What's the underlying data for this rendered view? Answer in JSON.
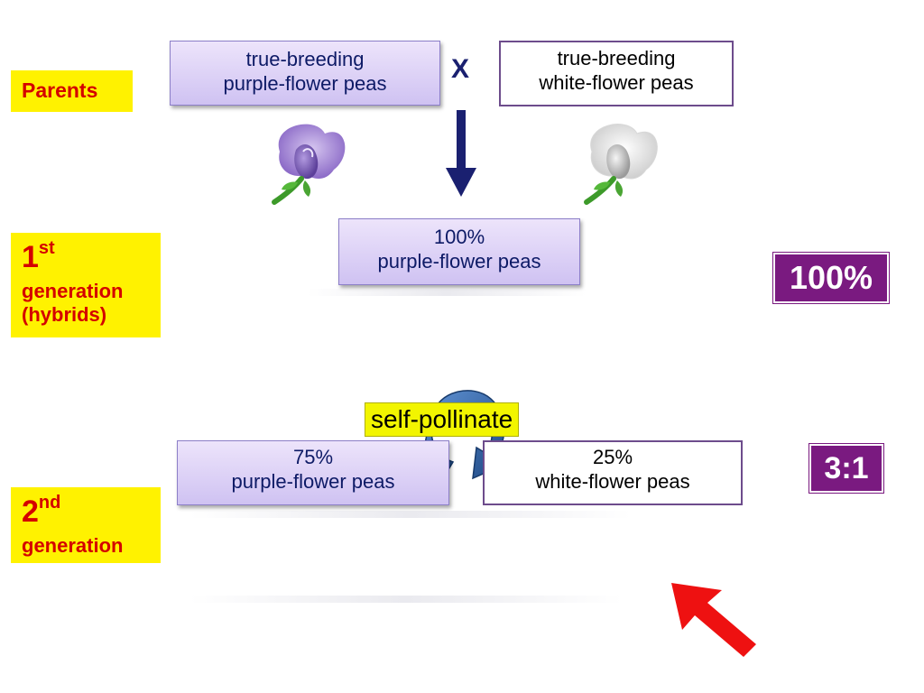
{
  "labels": {
    "parents": "Parents",
    "gen1_number": "1",
    "gen1_suffix": "st",
    "gen1_word": "generation",
    "gen1_note": "(hybrids)",
    "gen2_number": "2",
    "gen2_suffix": "nd",
    "gen2_word": "generation"
  },
  "parents": {
    "purple_line1": "true-breeding",
    "purple_line2": "purple-flower peas",
    "cross_symbol": "X",
    "white_line1": "true-breeding",
    "white_line2": "white-flower peas"
  },
  "gen1": {
    "line1": "100%",
    "line2": "purple-flower peas",
    "ratio": "100%"
  },
  "gen2": {
    "self_pollinate": "self-pollinate",
    "purple_line1": "75%",
    "purple_line2": "purple-flower peas",
    "white_line1": "25%",
    "white_line2": "white-flower peas",
    "ratio": "3:1"
  },
  "icons": {
    "purple_flower": "purple-pea-flower-icon",
    "white_flower": "white-pea-flower-icon",
    "down_arrow": "down-arrow-icon",
    "cycle_arrow": "self-pollination-cycle-icon",
    "red_arrow": "red-pointer-arrow-icon"
  },
  "colors": {
    "label_bg": "#fff200",
    "label_text": "#d40000",
    "ratio_bg": "#7a1a80",
    "box_text": "#0d1a66",
    "purple_box": "#d9cdf5",
    "arrow_navy": "#1a2070",
    "cycle_blue": "#2f5f9e",
    "pointer_red": "#ee1111"
  }
}
